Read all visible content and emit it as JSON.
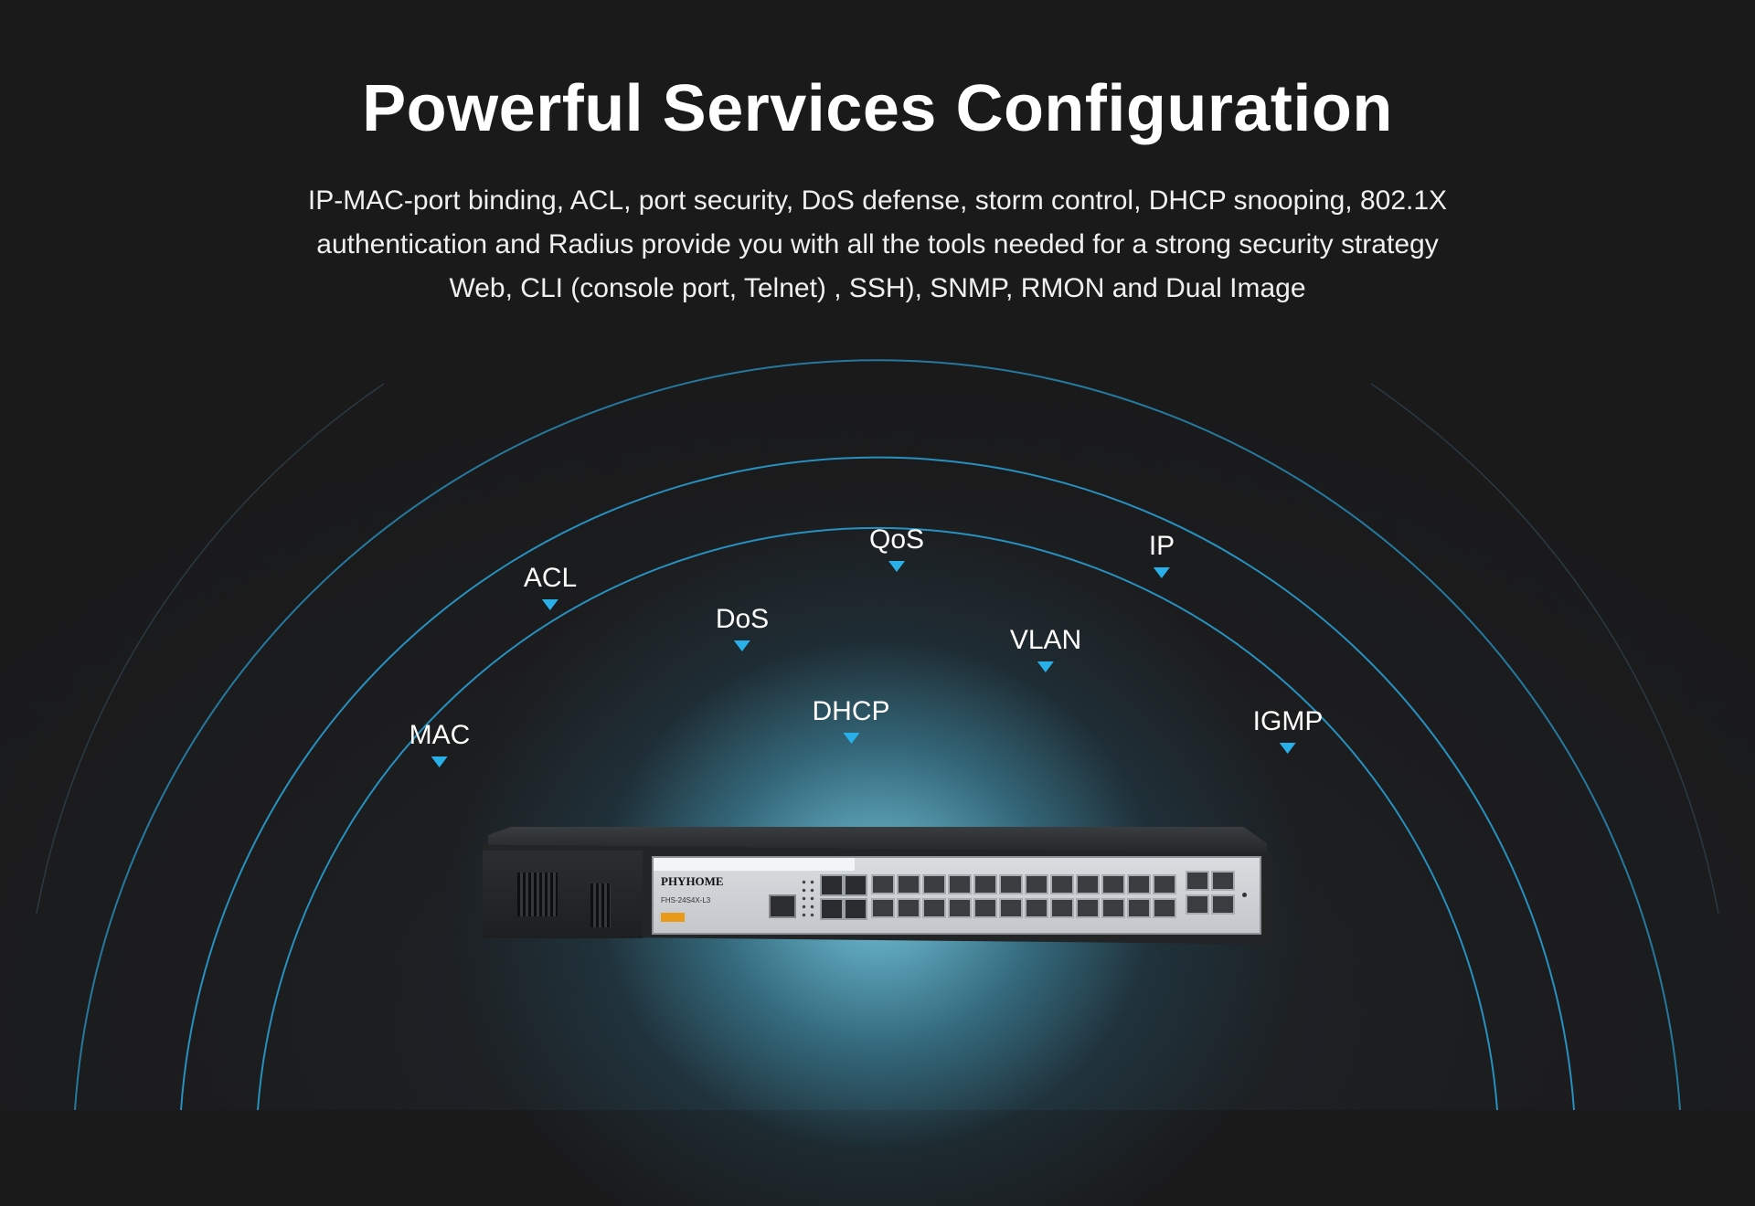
{
  "header": {
    "title": "Powerful Services Configuration",
    "description": [
      "IP-MAC-port binding, ACL, port security, DoS defense, storm control, DHCP snooping, 802.1X",
      "authentication and Radius provide you with all the tools needed for a strong security strategy",
      "Web, CLI (console port, Telnet) , SSH), SNMP, RMON and Dual Image"
    ]
  },
  "features": [
    {
      "label": "ACL"
    },
    {
      "label": "QoS"
    },
    {
      "label": "IP"
    },
    {
      "label": "DoS"
    },
    {
      "label": "VLAN"
    },
    {
      "label": "MAC"
    },
    {
      "label": "DHCP"
    },
    {
      "label": "IGMP"
    }
  ],
  "device": {
    "brand": "PHYHOME",
    "model": "FHS-24S4X-L3"
  },
  "colors": {
    "accent": "#2ab0e8",
    "background": "#1c1d1f",
    "glow": "#78cde6"
  }
}
